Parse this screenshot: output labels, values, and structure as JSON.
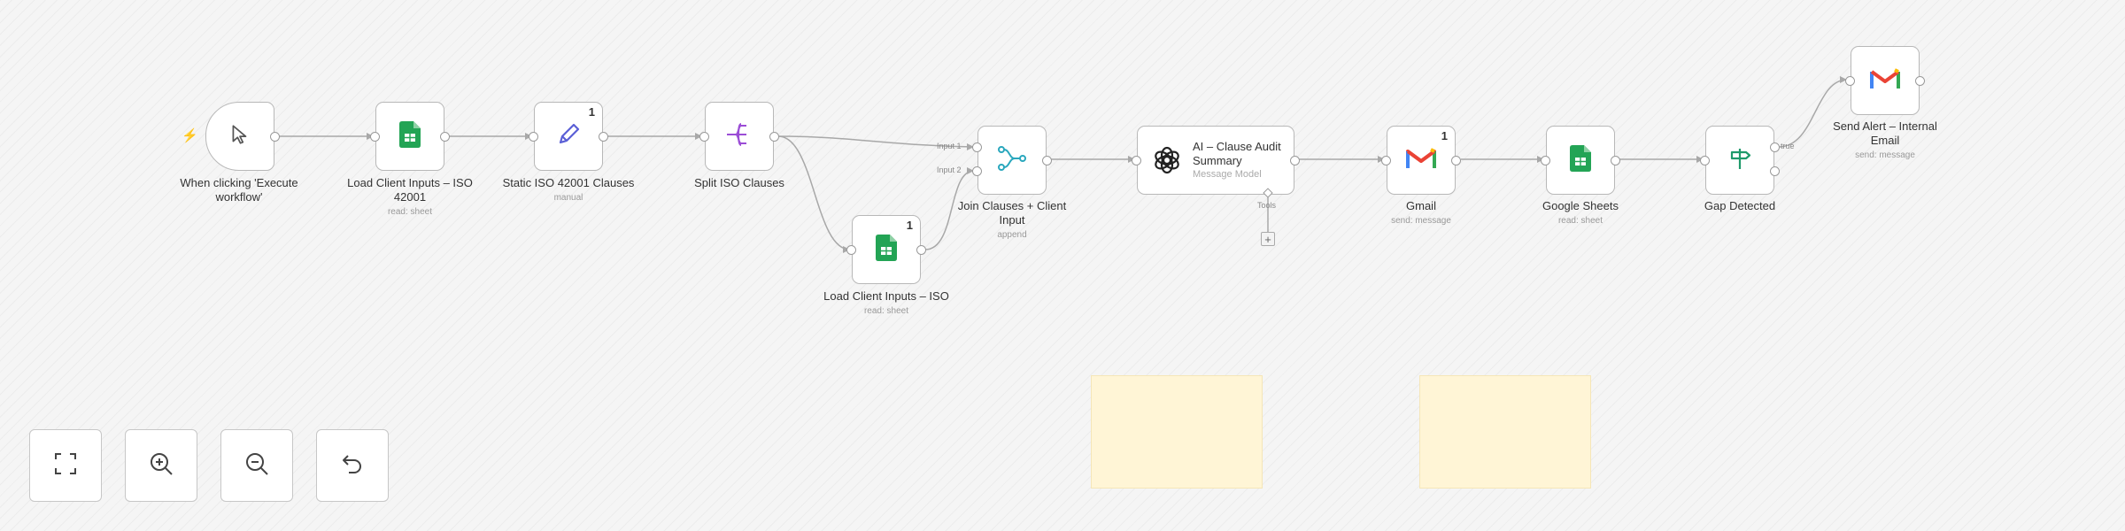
{
  "nodes": {
    "trigger": {
      "label": "When clicking 'Execute workflow'"
    },
    "load_inputs_1": {
      "label": "Load Client Inputs – ISO 42001",
      "sub": "read: sheet"
    },
    "static_clauses": {
      "label": "Static ISO 42001 Clauses",
      "sub": "manual",
      "badge": "1"
    },
    "split": {
      "label": "Split ISO Clauses"
    },
    "load_inputs_2": {
      "label": "Load Client Inputs – ISO",
      "sub": "read: sheet",
      "badge": "1"
    },
    "join": {
      "label": "Join Clauses + Client Input",
      "sub": "append",
      "port_in_1": "Input 1",
      "port_in_2": "Input 2"
    },
    "ai": {
      "title": "AI – Clause Audit Summary",
      "sub": "Message Model",
      "tools_label": "Tools",
      "add_symbol": "+"
    },
    "gmail": {
      "label": "Gmail",
      "sub": "send: message",
      "badge": "1"
    },
    "sheets": {
      "label": "Google Sheets",
      "sub": "read: sheet"
    },
    "gap": {
      "label": "Gap Detected",
      "port_out_true": "true"
    },
    "alert": {
      "label": "Send Alert – Internal Email",
      "sub": "send: message"
    }
  },
  "trigger_marker": "⚡",
  "colors": {
    "sheets_green": "#23a455",
    "edit_blue": "#5a5fd6",
    "split_purple": "#9b4dd6",
    "join_teal": "#2aa7bd",
    "if_green": "#1f9a6b",
    "sticky": "#fff5d6"
  },
  "icons": {
    "trigger": "cursor-pointer-icon",
    "sheets": "google-sheets-icon",
    "edit": "pencil-icon",
    "split": "split-out-icon",
    "join": "merge-icon",
    "ai": "openai-icon",
    "gmail": "gmail-icon",
    "if": "signpost-icon"
  },
  "controls": [
    {
      "name": "fit-view-button",
      "icon": "fullscreen-icon"
    },
    {
      "name": "zoom-in-button",
      "icon": "zoom-in-icon"
    },
    {
      "name": "zoom-out-button",
      "icon": "zoom-out-icon"
    },
    {
      "name": "reset-zoom-button",
      "icon": "undo-icon"
    }
  ]
}
